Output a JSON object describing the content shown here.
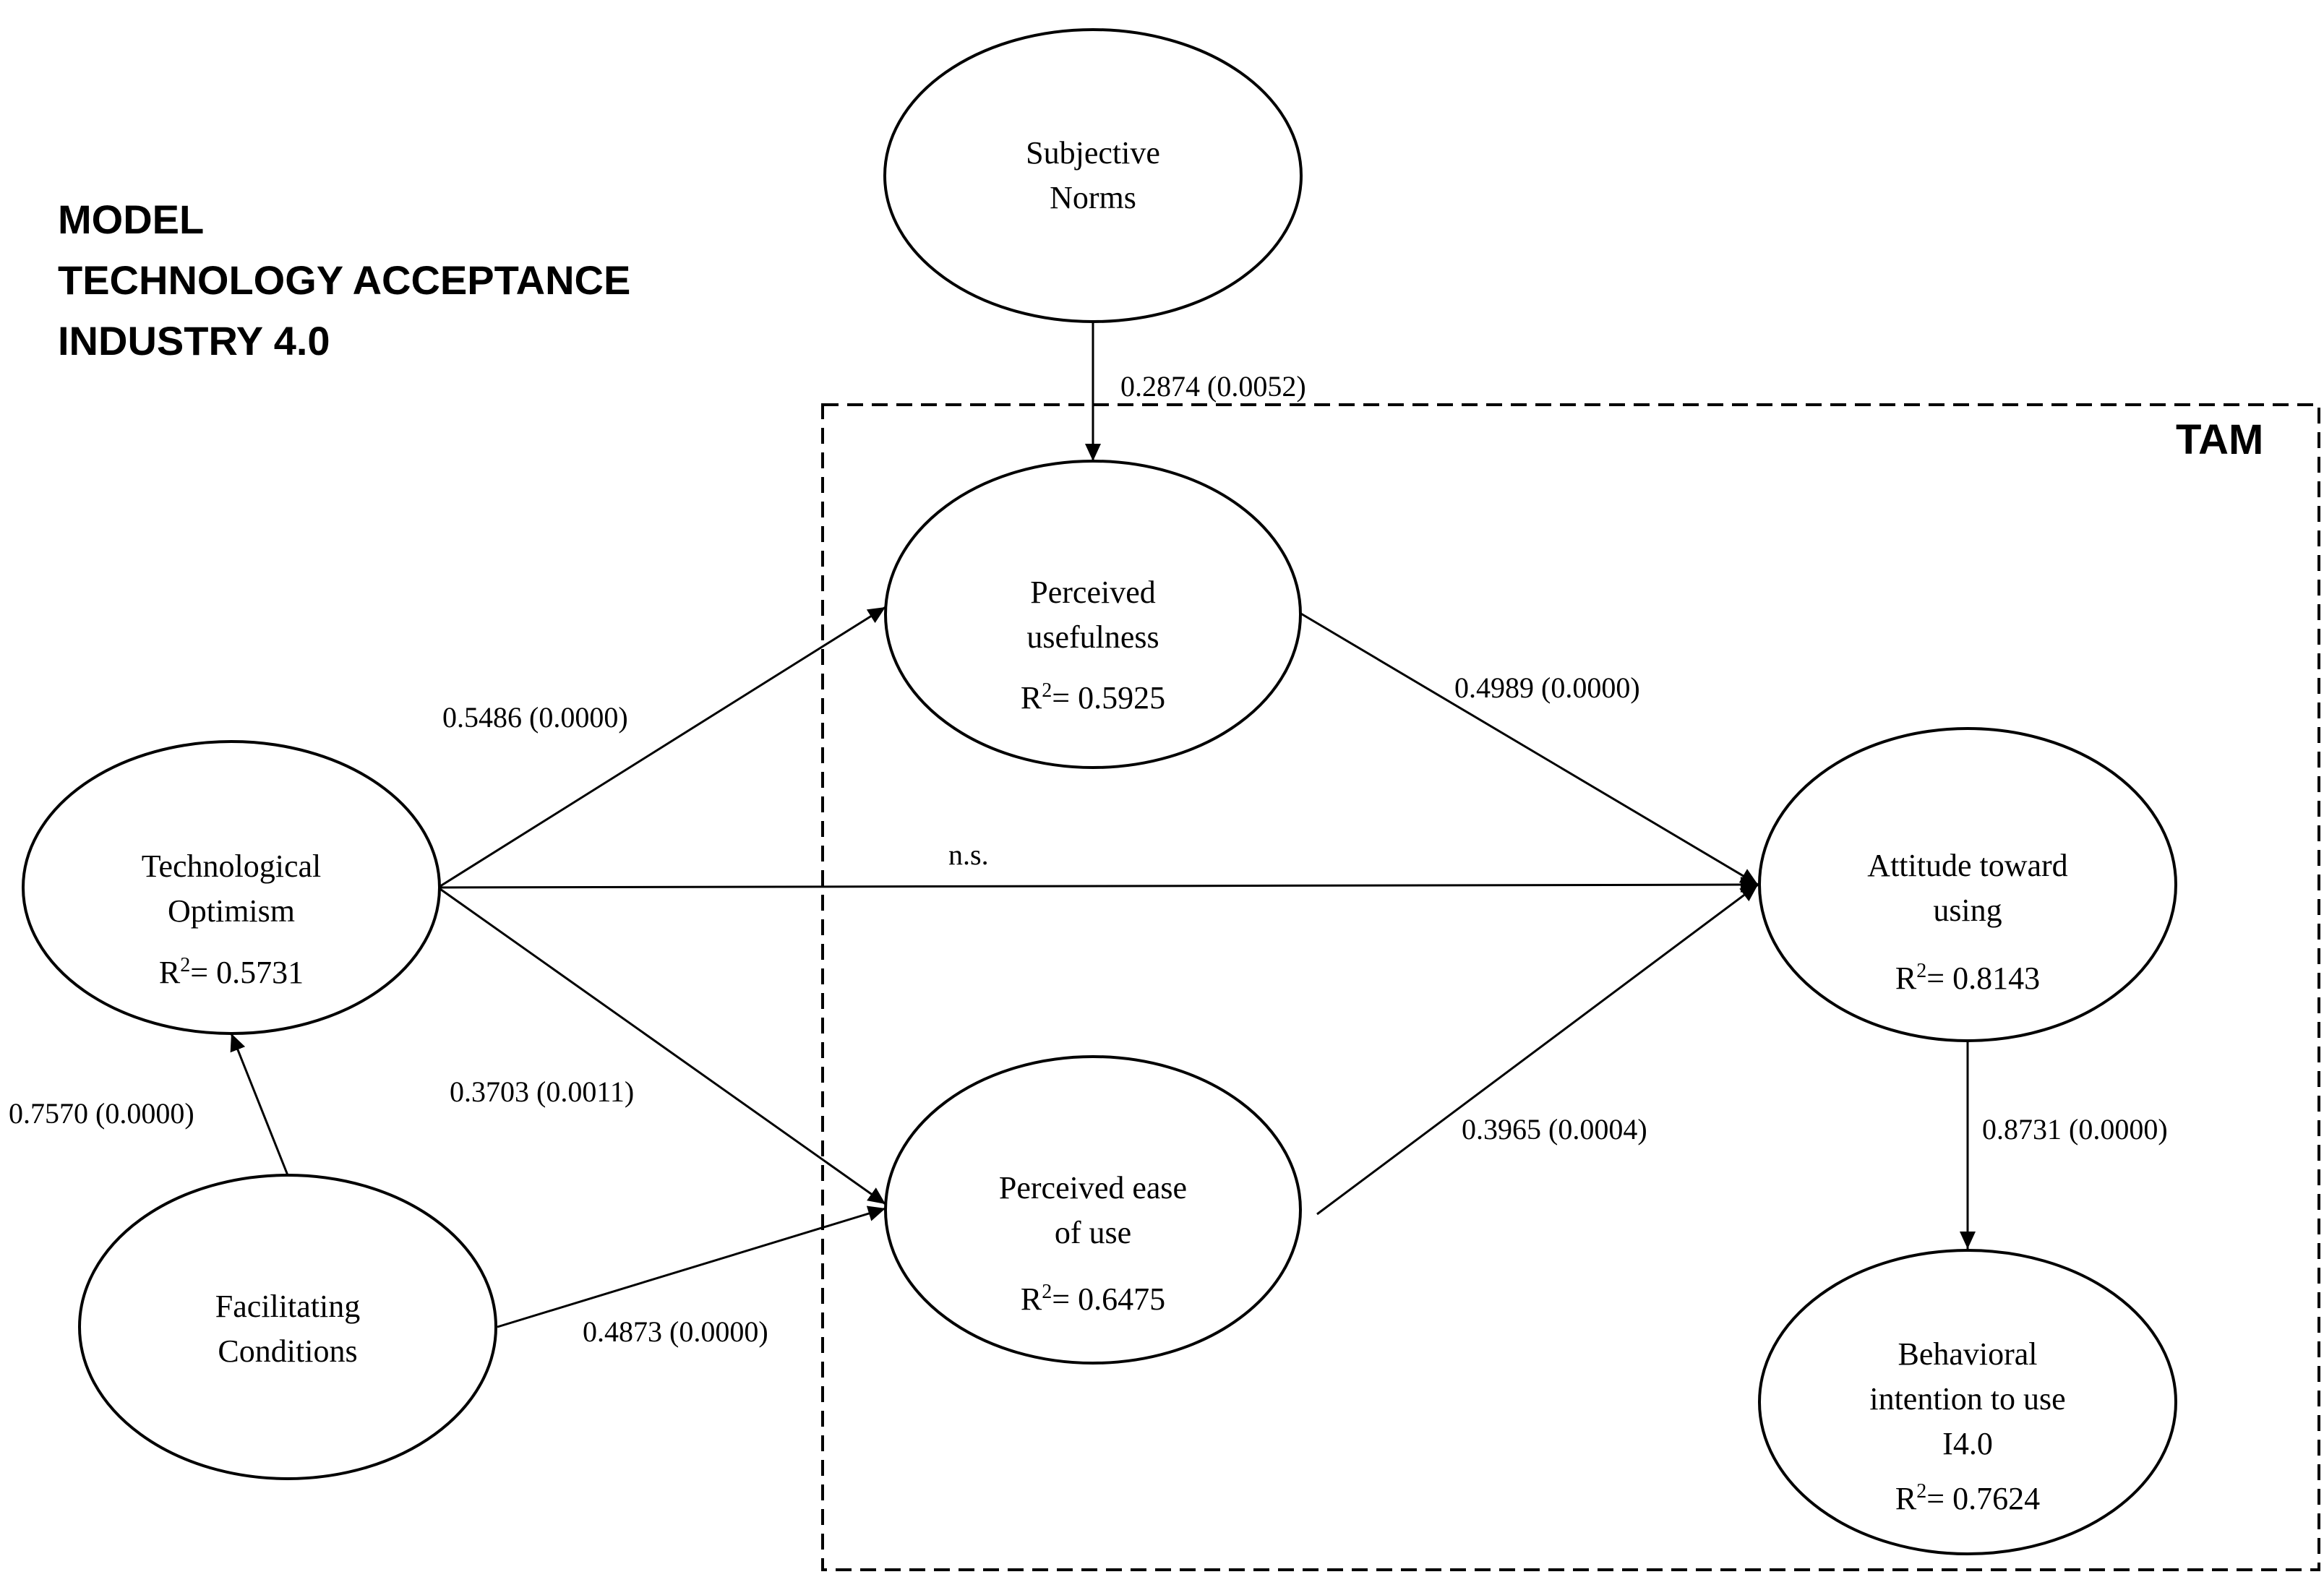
{
  "title": {
    "lines": [
      "MODEL",
      "TECHNOLOGY ACCEPTANCE",
      "INDUSTRY 4.0"
    ]
  },
  "boundary_label": "TAM",
  "nodes": {
    "subjective_norms": {
      "lines": [
        "Subjective",
        "Norms"
      ],
      "r2": ""
    },
    "perceived_usefulness": {
      "lines": [
        "Perceived",
        "usefulness"
      ],
      "r2_value": "= 0.5925"
    },
    "technological_optimism": {
      "lines": [
        "Technological",
        "Optimism"
      ],
      "r2_value": "= 0.5731"
    },
    "attitude_toward_using": {
      "lines": [
        "Attitude toward",
        "using"
      ],
      "r2_value": "= 0.8143"
    },
    "perceived_ease_of_use": {
      "lines": [
        "Perceived ease",
        "of use"
      ],
      "r2_value": "= 0.6475"
    },
    "facilitating_conditions": {
      "lines": [
        "Facilitating",
        "Conditions"
      ],
      "r2": ""
    },
    "behavioral_intention": {
      "lines": [
        "Behavioral",
        "intention to use",
        "I4.0"
      ],
      "r2_value": "= 0.7624"
    }
  },
  "r2_symbol": "R",
  "r2_superscript": "2",
  "edges": {
    "sn_pu": "0.2874 (0.0052)",
    "to_pu": "0.5486 (0.0000)",
    "pu_att": "0.4989 (0.0000)",
    "to_att": "n.s.",
    "to_peou": "0.3703 (0.0011)",
    "fc_to": "0.7570 (0.0000)",
    "fc_peou": "0.4873 (0.0000)",
    "peou_att": "0.3965 (0.0004)",
    "att_bi": "0.8731 (0.0000)"
  }
}
